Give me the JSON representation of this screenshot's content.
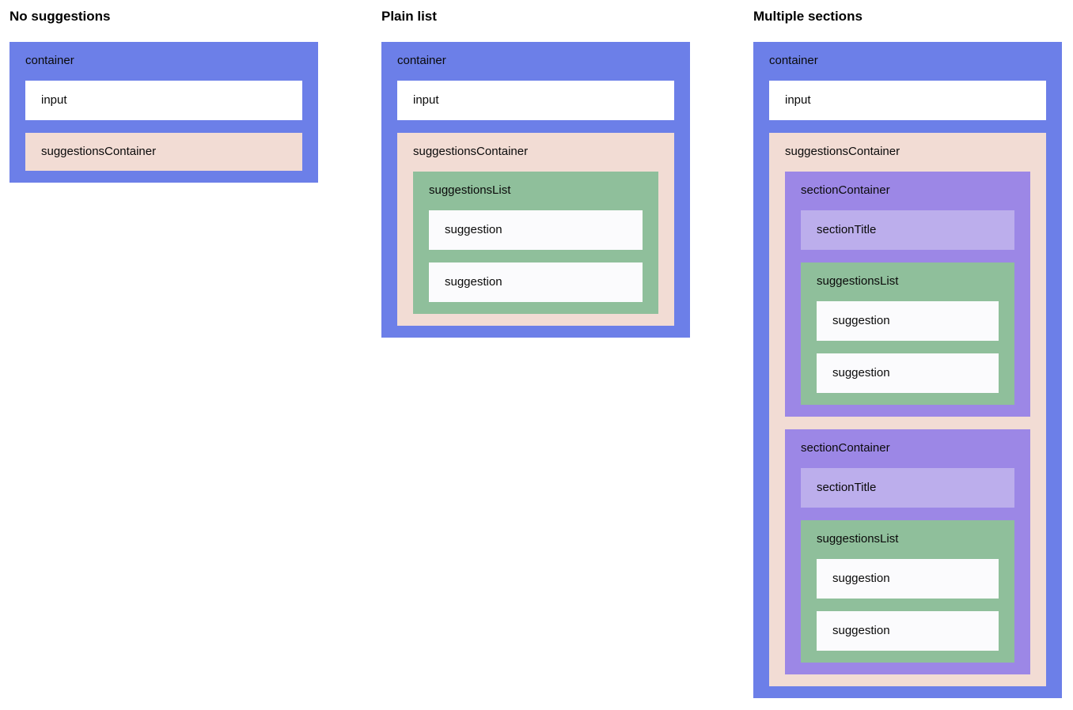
{
  "diagram": {
    "columns": [
      {
        "heading": "No suggestions"
      },
      {
        "heading": "Plain list"
      },
      {
        "heading": "Multiple sections"
      }
    ]
  },
  "labels": {
    "container": "container",
    "input": "input",
    "suggestions_container": "suggestionsContainer",
    "suggestions_list": "suggestionsList",
    "suggestion": "suggestion",
    "section_container": "sectionContainer",
    "section_title": "sectionTitle"
  },
  "colors": {
    "container_bg": "#6c7fe8",
    "input_bg": "#ffffff",
    "suggestions_container_bg": "#f2dcd4",
    "suggestions_list_bg": "#8fbf9b",
    "suggestion_bg": "#fbfbfd",
    "section_container_bg": "#9c87e6",
    "section_title_bg": "#bcaeec"
  }
}
